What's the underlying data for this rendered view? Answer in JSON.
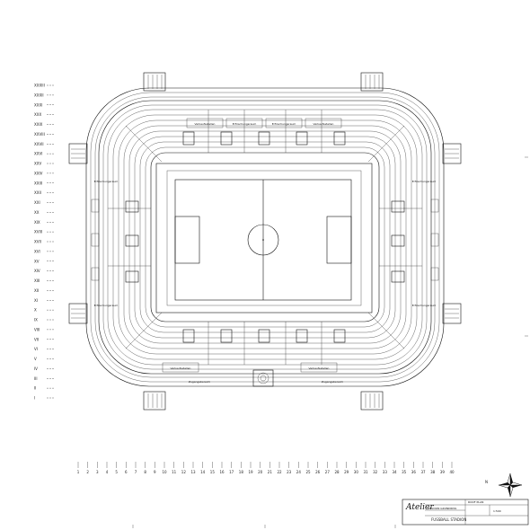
{
  "row_grid_labels": [
    "XXXIII",
    "XXXII",
    "XXXI",
    "XXX",
    "XXIX",
    "XXVIII",
    "XXVII",
    "XXVI",
    "XXV",
    "XXIV",
    "XXIII",
    "XXII",
    "XXI",
    "XX",
    "XIX",
    "XVIII",
    "XVII",
    "XVI",
    "XV",
    "XIV",
    "XIII",
    "XII",
    "XI",
    "X",
    "IX",
    "VIII",
    "VII",
    "VI",
    "V",
    "IV",
    "III",
    "II",
    "I"
  ],
  "column_grid_labels": [
    "1",
    "2",
    "3",
    "4",
    "5",
    "6",
    "7",
    "8",
    "9",
    "10",
    "11",
    "12",
    "13",
    "14",
    "15",
    "16",
    "17",
    "18",
    "19",
    "20",
    "21",
    "22",
    "23",
    "24",
    "25",
    "26",
    "27",
    "28",
    "29",
    "30",
    "31",
    "32",
    "33",
    "34",
    "35",
    "36",
    "37",
    "38",
    "39",
    "40"
  ],
  "top_stand_labels": [
    "Verkaufsstellen",
    "Erfrischungsraum",
    "Erfrischungsraum",
    "Verkaufsstellen"
  ],
  "bottom_stand_labels": [
    "Verkaufsstellen",
    "Verkaufsstellen"
  ],
  "bottom_entrance_labels": [
    "Zugangsbereich",
    "Zugangsbereich"
  ],
  "side_labels": [
    "Erfrischungsraum",
    "Erfrischungsraum",
    "Erfrischungsraum",
    "Erfrischungsraum"
  ],
  "title_block": {
    "logo": "Atelier",
    "rows": [
      "STADION GRUNDRISS",
      "1:500",
      "ROOF PLAN"
    ],
    "sheet_title": "FUSSBALL STADION"
  },
  "north_arrow_label": "N"
}
